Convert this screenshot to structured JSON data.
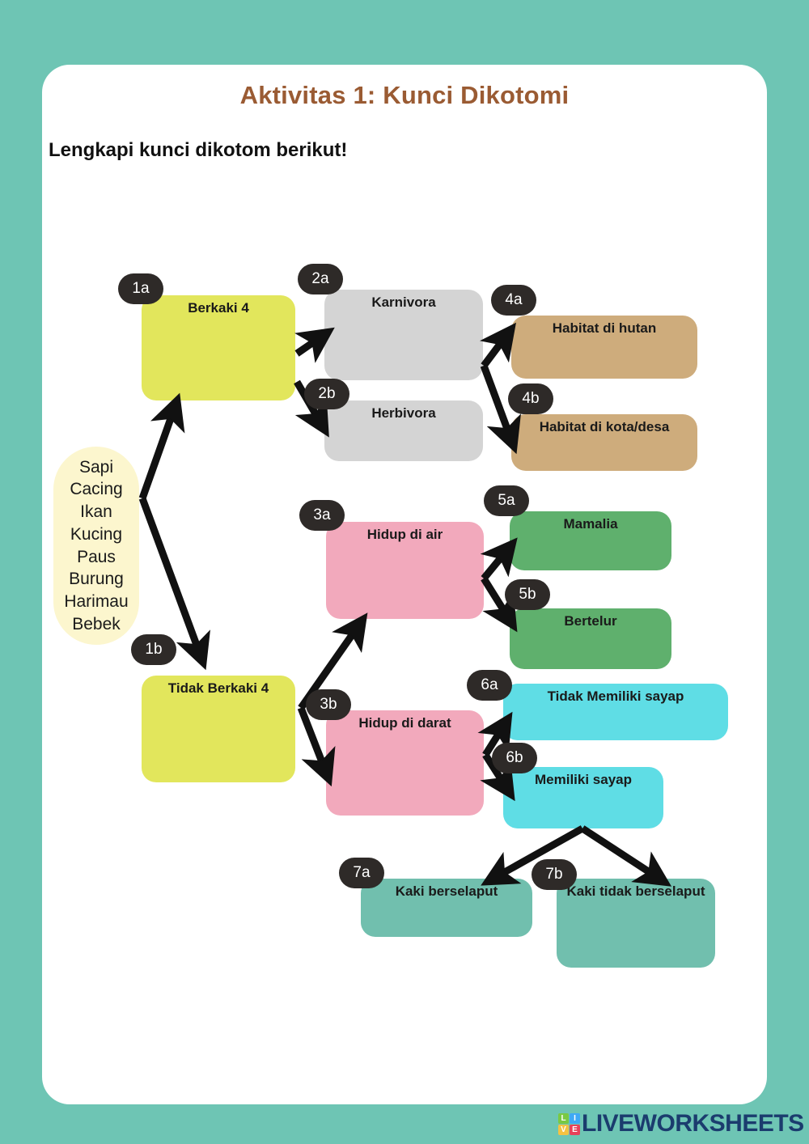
{
  "page": {
    "background_color": "#6ec5b4",
    "card_color": "#ffffff",
    "title": "Aktivitas 1: Kunci Dikotomi",
    "title_color": "#9a5b33",
    "subtitle": "Lengkapi kunci dikotom berikut!"
  },
  "source_list": {
    "name": "animal-list",
    "background_color": "#fcf6ce",
    "items": [
      "Sapi",
      "Cacing",
      "Ikan",
      "Kucing",
      "Paus",
      "Burung",
      "Harimau",
      "Bebek"
    ]
  },
  "nodes": [
    {
      "id": "1a",
      "label": "Berkaki 4",
      "color": "#e2e65c"
    },
    {
      "id": "1b",
      "label": "Tidak Berkaki 4",
      "color": "#e2e65c"
    },
    {
      "id": "2a",
      "label": "Karnivora",
      "color": "#d4d4d4"
    },
    {
      "id": "2b",
      "label": "Herbivora",
      "color": "#d4d4d4"
    },
    {
      "id": "3a",
      "label": "Hidup di air",
      "color": "#f2a9bc"
    },
    {
      "id": "3b",
      "label": "Hidup di darat",
      "color": "#f2a9bc"
    },
    {
      "id": "4a",
      "label": "Habitat di hutan",
      "color": "#ceac7c"
    },
    {
      "id": "4b",
      "label": "Habitat di kota/desa",
      "color": "#ceac7c"
    },
    {
      "id": "5a",
      "label": "Mamalia",
      "color": "#5fb06d"
    },
    {
      "id": "5b",
      "label": "Bertelur",
      "color": "#5fb06d"
    },
    {
      "id": "6a",
      "label": "Tidak Memiliki sayap",
      "color": "#5fdde5"
    },
    {
      "id": "6b",
      "label": "Memiliki sayap",
      "color": "#5fdde5"
    },
    {
      "id": "7a",
      "label": "Kaki berselaput",
      "color": "#71bfae"
    },
    {
      "id": "7b",
      "label": "Kaki tidak berselaput",
      "color": "#71bfae"
    }
  ],
  "badges": [
    "1a",
    "1b",
    "2a",
    "2b",
    "3a",
    "3b",
    "4a",
    "4b",
    "5a",
    "5b",
    "6a",
    "6b",
    "7a",
    "7b"
  ],
  "footer": {
    "brand": "LIVEWORKSHEETS",
    "brand_color": "#1b3c6e",
    "logo_letters": [
      {
        "char": "L",
        "color": "#7ac943"
      },
      {
        "char": "I",
        "color": "#3fa9f5"
      },
      {
        "char": "V",
        "color": "#f5c242"
      },
      {
        "char": "E",
        "color": "#e8415a"
      }
    ]
  }
}
